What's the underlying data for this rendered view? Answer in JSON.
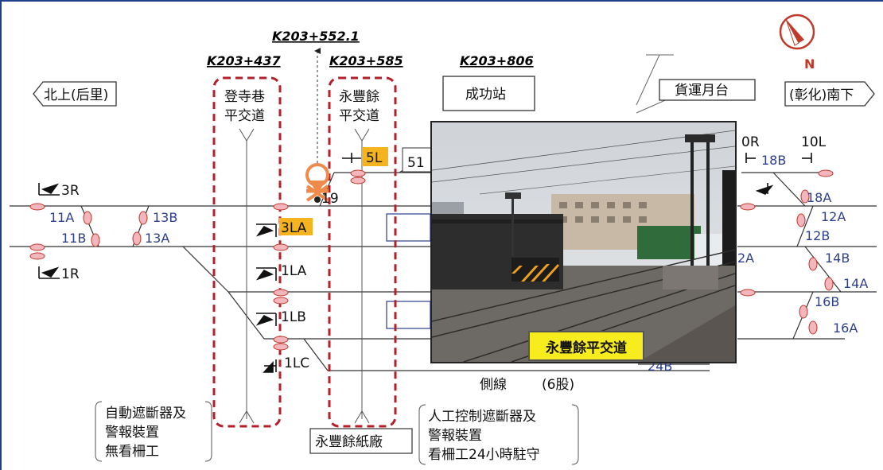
{
  "km_markers": {
    "k_437": "K203+437",
    "k_552": "K203+552.1",
    "k_585": "K203+585",
    "k_806": "K203+806"
  },
  "compass": {
    "letter": "N",
    "accent": "#c0392b"
  },
  "boxes": {
    "north": "北上(后里)",
    "station": "成功站",
    "freight": "貨運月台",
    "south": "(彰化)南下",
    "paper_mill": "永豐餘紙廠"
  },
  "crossings": {
    "dengsi": {
      "line1": "登寺巷",
      "line2": "平交道"
    },
    "yongfengyu": {
      "line1": "永豐餘",
      "line2": "平交道"
    }
  },
  "signals": {
    "s3R": "3R",
    "s1R": "1R",
    "s3LA": "3LA",
    "s1LA": "1LA",
    "s1LB": "1LB",
    "s1LC": "1LC",
    "s5L": "5L",
    "s0R": "0R",
    "s10L": "10L",
    "s51": "51",
    "s19": "19"
  },
  "points": {
    "p11A": "11A",
    "p11B": "11B",
    "p13B": "13B",
    "p13A": "13A",
    "p18B": "18B",
    "p18A": "18A",
    "p12A": "12A",
    "p12B": "12B",
    "p14B": "14B",
    "p14A": "14A",
    "p16B": "16B",
    "p16A": "16A",
    "p2A": "2A",
    "p24B": "24B"
  },
  "side_track": {
    "name": "側線",
    "count": "(6股)"
  },
  "notes": {
    "auto": {
      "line1": "自動遮斷器及",
      "line2": "警報裝置",
      "line3": "無看柵工"
    },
    "manual": {
      "line1": "人工控制遮斷器及",
      "line2": "警報裝置",
      "line3": "看柵工24小時駐守"
    }
  },
  "photo": {
    "caption": "永豐餘平交道"
  },
  "colors": {
    "dash_red": "#b3202a",
    "highlight": "#f5b41e",
    "point_blue": "#2c3e8f",
    "caption_yellow": "#f7ec1e",
    "pin_orange": "#f08a4b"
  }
}
